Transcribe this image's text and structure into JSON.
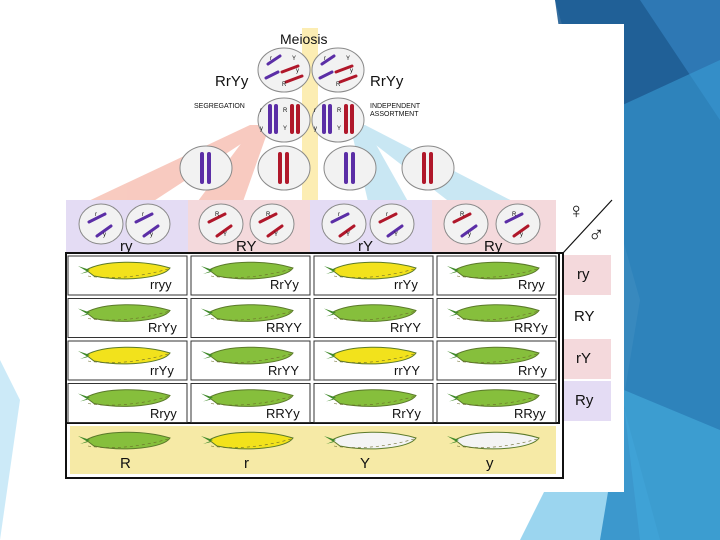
{
  "diagram": {
    "title": "Meiosis",
    "parent_left": "RrYy",
    "parent_right": "RrYy",
    "segregation_label": "SEGREGATION",
    "independent_label_1": "INDEPENDENT",
    "independent_label_2": "ASSORTMENT",
    "female_symbol": "♀",
    "male_symbol": "♂",
    "gamete_columns": [
      "ry",
      "RY",
      "rY",
      "Ry"
    ],
    "gamete_rows": [
      "ry",
      "RY",
      "rY",
      "Ry"
    ],
    "grid": [
      [
        "rryy",
        "RrYy",
        "rrYy",
        "Rryy"
      ],
      [
        "RrYy",
        "RRYY",
        "RrYY",
        "RRYy"
      ],
      [
        "rrYy",
        "RrYY",
        "rrYY",
        "RrYy"
      ],
      [
        "Rryy",
        "RRYy",
        "RrYy",
        "RRyy"
      ]
    ],
    "pod_colors": [
      [
        "yellow",
        "green",
        "yellow",
        "green"
      ],
      [
        "green",
        "green",
        "green",
        "green"
      ],
      [
        "yellow",
        "green",
        "yellow",
        "green"
      ],
      [
        "green",
        "green",
        "green",
        "green"
      ]
    ],
    "legend": [
      "R",
      "r",
      "Y",
      "y"
    ],
    "legend_colors": [
      "green",
      "yellow",
      "white",
      "white"
    ],
    "chromosome_letters": {
      "parent_cell": [
        "r",
        "R",
        "Y",
        "y"
      ],
      "sister_pair": [
        "r",
        "R",
        "y",
        "Y"
      ],
      "gamete_cells": [
        [
          "r",
          "y"
        ],
        [
          "R",
          "Y"
        ],
        [
          "r",
          "Y"
        ],
        [
          "R",
          "y"
        ]
      ]
    },
    "colors": {
      "yellow_pod": "#f2e21c",
      "green_pod": "#86bf3c",
      "white_pod": "#f4f4f4",
      "purple_chromosome": "#5b2ea6",
      "red_chromosome": "#b0172a",
      "header_pink": "#f4d9dc",
      "header_lilac": "#e4dcf4",
      "legend_band": "#f6eaa6",
      "deco_blue": "#2e78b4"
    }
  }
}
